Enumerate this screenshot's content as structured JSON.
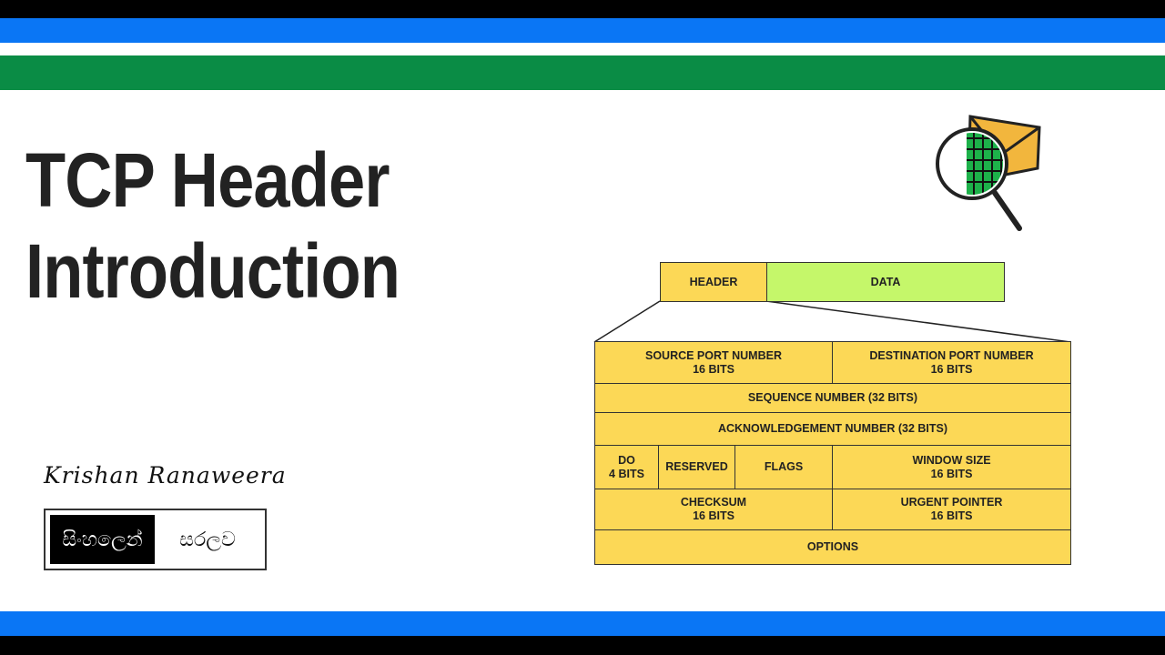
{
  "title": {
    "line1": "TCP Header",
    "line2": "Introduction"
  },
  "author": "Krishan Ranaweera",
  "brand": {
    "left": "සිංහලෙන්",
    "right": "සරලව"
  },
  "icon": "magnifier-envelope-icon",
  "colors": {
    "blue_band": "#0a76f5",
    "green_band": "#0a8c45",
    "field_yellow": "#fcd856",
    "data_green": "#c5f76a"
  },
  "segment": {
    "header": "HEADER",
    "data": "DATA"
  },
  "fields": {
    "source_port": {
      "name": "SOURCE PORT NUMBER",
      "size": "16 BITS"
    },
    "destination_port": {
      "name": "DESTINATION PORT NUMBER",
      "size": "16 BITS"
    },
    "sequence_number": "SEQUENCE NUMBER (32 BITS)",
    "acknowledgement_number": "ACKNOWLEDGEMENT NUMBER (32 BITS)",
    "data_offset": {
      "name": "DO",
      "size": "4 BITS"
    },
    "reserved": "RESERVED",
    "flags": "FLAGS",
    "window_size": {
      "name": "WINDOW SIZE",
      "size": "16 BITS"
    },
    "checksum": {
      "name": "CHECKSUM",
      "size": "16 BITS"
    },
    "urgent_pointer": {
      "name": "URGENT POINTER",
      "size": "16 BITS"
    },
    "options": "OPTIONS"
  }
}
